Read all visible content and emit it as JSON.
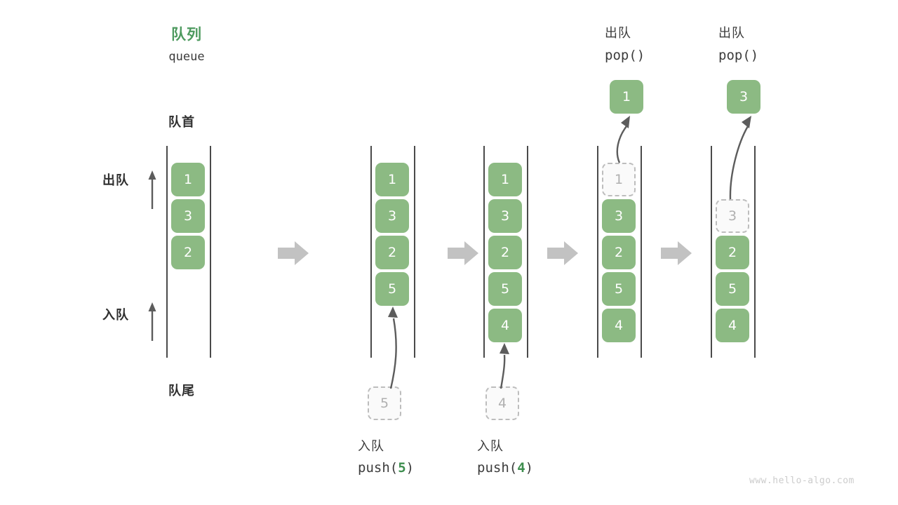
{
  "diagram": {
    "title_cn": "队列",
    "title_en": "queue",
    "front_label": "队首",
    "back_label": "队尾",
    "dequeue_label": "出队",
    "enqueue_label": "入队",
    "watermark": "www.hello-algo.com",
    "accent_green": "#8cba83",
    "title_green": "#4e9a5f",
    "ghost_gray": "#b0b0b0",
    "rail_gray": "#4a4a4a",
    "step_arrow_gray": "#c2c2c2"
  },
  "steps": [
    {
      "id": "initial",
      "caption_cn": "",
      "caption_code": "",
      "cells": [
        {
          "value": "1",
          "state": "filled"
        },
        {
          "value": "3",
          "state": "filled"
        },
        {
          "value": "2",
          "state": "filled"
        }
      ]
    },
    {
      "id": "push-5",
      "caption_cn": "入队",
      "caption_code_prefix": "push(",
      "caption_code_arg": "5",
      "caption_code_suffix": ")",
      "incoming_value": "5",
      "cells": [
        {
          "value": "1",
          "state": "filled"
        },
        {
          "value": "3",
          "state": "filled"
        },
        {
          "value": "2",
          "state": "filled"
        },
        {
          "value": "5",
          "state": "filled"
        }
      ]
    },
    {
      "id": "push-4",
      "caption_cn": "入队",
      "caption_code_prefix": "push(",
      "caption_code_arg": "4",
      "caption_code_suffix": ")",
      "incoming_value": "4",
      "cells": [
        {
          "value": "1",
          "state": "filled"
        },
        {
          "value": "3",
          "state": "filled"
        },
        {
          "value": "2",
          "state": "filled"
        },
        {
          "value": "5",
          "state": "filled"
        },
        {
          "value": "4",
          "state": "filled"
        }
      ]
    },
    {
      "id": "pop-1",
      "header_cn": "出队",
      "header_code": "pop()",
      "popped_value": "1",
      "cells": [
        {
          "value": "1",
          "state": "ghost"
        },
        {
          "value": "3",
          "state": "filled"
        },
        {
          "value": "2",
          "state": "filled"
        },
        {
          "value": "5",
          "state": "filled"
        },
        {
          "value": "4",
          "state": "filled"
        }
      ]
    },
    {
      "id": "pop-3",
      "header_cn": "出队",
      "header_code": "pop()",
      "popped_value": "3",
      "cells": [
        {
          "value": "",
          "state": "empty"
        },
        {
          "value": "3",
          "state": "ghost"
        },
        {
          "value": "2",
          "state": "filled"
        },
        {
          "value": "5",
          "state": "filled"
        },
        {
          "value": "4",
          "state": "filled"
        }
      ]
    }
  ]
}
